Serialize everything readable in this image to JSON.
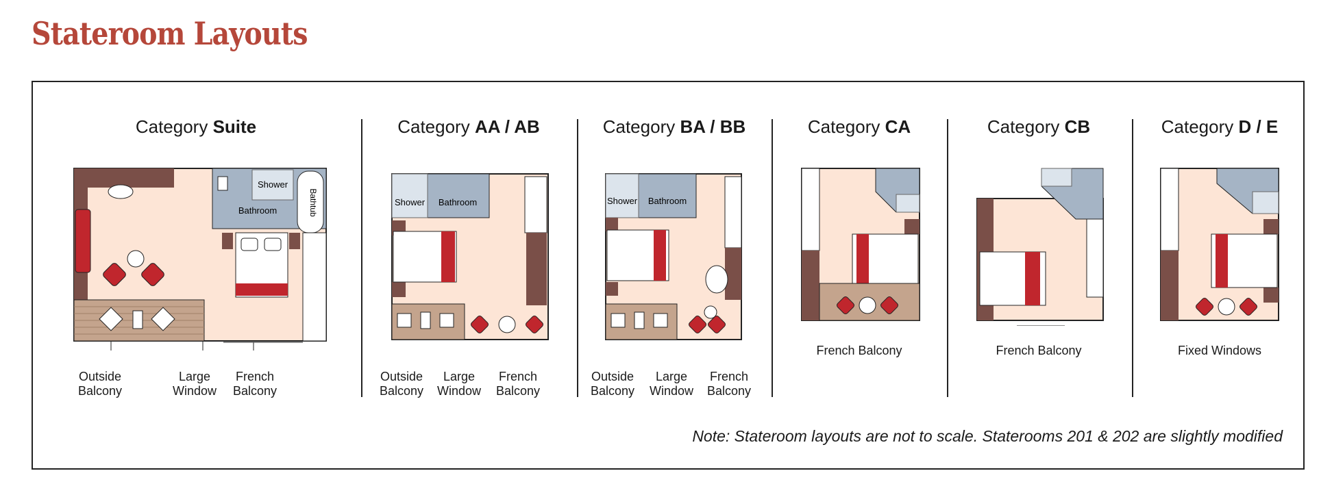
{
  "title": "Stateroom Layouts",
  "category_prefix": "Category",
  "categories": [
    {
      "name": "Suite",
      "labels": [
        {
          "line1": "Outside",
          "line2": "Balcony"
        },
        {
          "line1": "Large",
          "line2": "Window"
        },
        {
          "line1": "French",
          "line2": "Balcony"
        }
      ]
    },
    {
      "name": "AA / AB",
      "labels": [
        {
          "line1": "Outside",
          "line2": "Balcony"
        },
        {
          "line1": "Large",
          "line2": "Window"
        },
        {
          "line1": "French",
          "line2": "Balcony"
        }
      ]
    },
    {
      "name": "BA / BB",
      "labels": [
        {
          "line1": "Outside",
          "line2": "Balcony"
        },
        {
          "line1": "Large",
          "line2": "Window"
        },
        {
          "line1": "French",
          "line2": "Balcony"
        }
      ]
    },
    {
      "name": "CA",
      "labels": [
        {
          "line1": "French Balcony"
        }
      ]
    },
    {
      "name": "CB",
      "labels": [
        {
          "line1": "French Balcony"
        }
      ]
    },
    {
      "name": "D / E",
      "labels": [
        {
          "line1": "Fixed Windows"
        }
      ]
    }
  ],
  "room_labels": {
    "shower": "Shower",
    "bathroom": "Bathroom",
    "bathtub": "Bathtub"
  },
  "note": "Note: Stateroom layouts are not to scale. Staterooms 201 & 202 are slightly modified",
  "colors": {
    "title": "#b5473a",
    "floor": "#fde5d6",
    "wall": "#7a4f48",
    "bathroom": "#a5b4c5",
    "accent": "#c0262d",
    "balcony": "#c4a48d"
  }
}
